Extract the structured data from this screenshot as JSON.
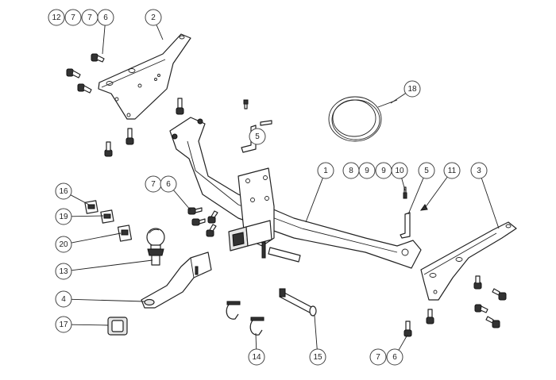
{
  "diagram": {
    "callouts": [
      {
        "id": "c12a",
        "label": "12"
      },
      {
        "id": "c7a",
        "label": "7"
      },
      {
        "id": "c7b",
        "label": "7"
      },
      {
        "id": "c6a",
        "label": "6"
      },
      {
        "id": "c2",
        "label": "2"
      },
      {
        "id": "c18",
        "label": "18"
      },
      {
        "id": "c5a",
        "label": "5"
      },
      {
        "id": "c1",
        "label": "1"
      },
      {
        "id": "c8",
        "label": "8"
      },
      {
        "id": "c9a",
        "label": "9"
      },
      {
        "id": "c9b",
        "label": "9"
      },
      {
        "id": "c10",
        "label": "10"
      },
      {
        "id": "c5b",
        "label": "5"
      },
      {
        "id": "c11",
        "label": "11"
      },
      {
        "id": "c3",
        "label": "3"
      },
      {
        "id": "c7c",
        "label": "7"
      },
      {
        "id": "c6b",
        "label": "6"
      },
      {
        "id": "c16",
        "label": "16"
      },
      {
        "id": "c19",
        "label": "19"
      },
      {
        "id": "c20",
        "label": "20"
      },
      {
        "id": "c13",
        "label": "13"
      },
      {
        "id": "c4",
        "label": "4"
      },
      {
        "id": "c17",
        "label": "17"
      },
      {
        "id": "c14",
        "label": "14"
      },
      {
        "id": "c15",
        "label": "15"
      },
      {
        "id": "c7d",
        "label": "7"
      },
      {
        "id": "c6c",
        "label": "6"
      }
    ]
  }
}
